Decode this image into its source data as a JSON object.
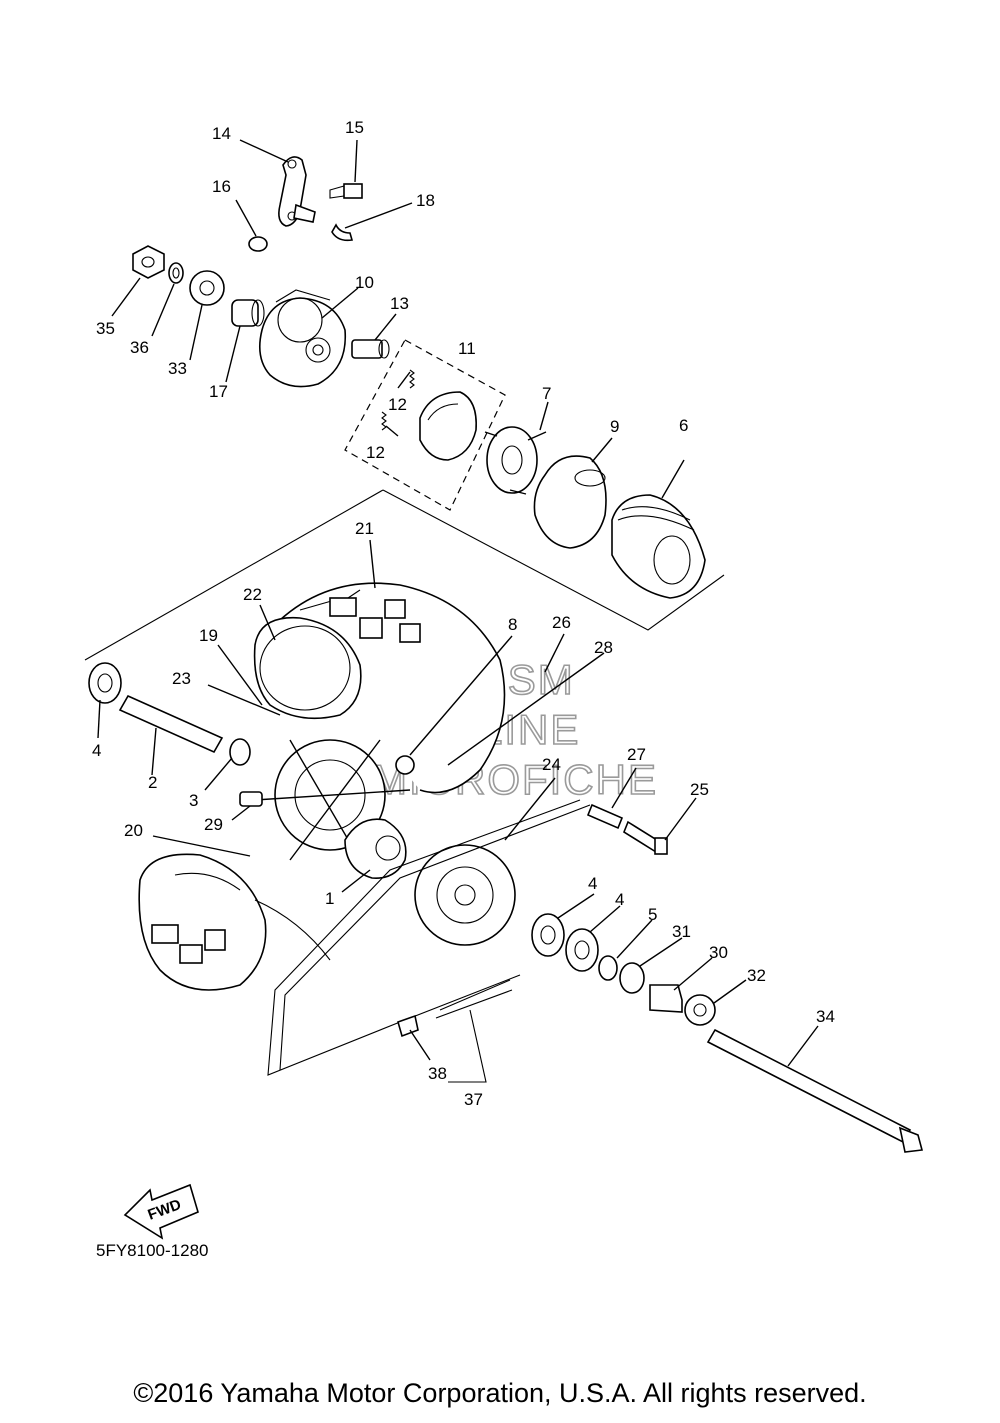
{
  "diagram": {
    "drawing_number": "5FY8100-1280",
    "fwd_label": "FWD",
    "watermark": [
      "HLSM",
      "ONLINE",
      "MICROFICHE"
    ],
    "callouts": [
      {
        "id": "c14",
        "text": "14"
      },
      {
        "id": "c15",
        "text": "15"
      },
      {
        "id": "c16",
        "text": "16"
      },
      {
        "id": "c18",
        "text": "18"
      },
      {
        "id": "c10",
        "text": "10"
      },
      {
        "id": "c13",
        "text": "13"
      },
      {
        "id": "c35",
        "text": "35"
      },
      {
        "id": "c36",
        "text": "36"
      },
      {
        "id": "c33",
        "text": "33"
      },
      {
        "id": "c17",
        "text": "17"
      },
      {
        "id": "c11",
        "text": "11"
      },
      {
        "id": "c12a",
        "text": "12"
      },
      {
        "id": "c12b",
        "text": "12"
      },
      {
        "id": "c7",
        "text": "7"
      },
      {
        "id": "c9",
        "text": "9"
      },
      {
        "id": "c6",
        "text": "6"
      },
      {
        "id": "c21",
        "text": "21"
      },
      {
        "id": "c22",
        "text": "22"
      },
      {
        "id": "c19",
        "text": "19"
      },
      {
        "id": "c8",
        "text": "8"
      },
      {
        "id": "c26",
        "text": "26"
      },
      {
        "id": "c28",
        "text": "28"
      },
      {
        "id": "c23",
        "text": "23"
      },
      {
        "id": "c4a",
        "text": "4"
      },
      {
        "id": "c2",
        "text": "2"
      },
      {
        "id": "c3",
        "text": "3"
      },
      {
        "id": "c24",
        "text": "24"
      },
      {
        "id": "c27",
        "text": "27"
      },
      {
        "id": "c25",
        "text": "25"
      },
      {
        "id": "c29",
        "text": "29"
      },
      {
        "id": "c20",
        "text": "20"
      },
      {
        "id": "c1",
        "text": "1"
      },
      {
        "id": "c4b",
        "text": "4"
      },
      {
        "id": "c4c",
        "text": "4"
      },
      {
        "id": "c5",
        "text": "5"
      },
      {
        "id": "c31",
        "text": "31"
      },
      {
        "id": "c30",
        "text": "30"
      },
      {
        "id": "c32",
        "text": "32"
      },
      {
        "id": "c34",
        "text": "34"
      },
      {
        "id": "c38",
        "text": "38"
      },
      {
        "id": "c37",
        "text": "37"
      }
    ]
  },
  "copyright": "©2016 Yamaha Motor Corporation, U.S.A. All rights reserved."
}
